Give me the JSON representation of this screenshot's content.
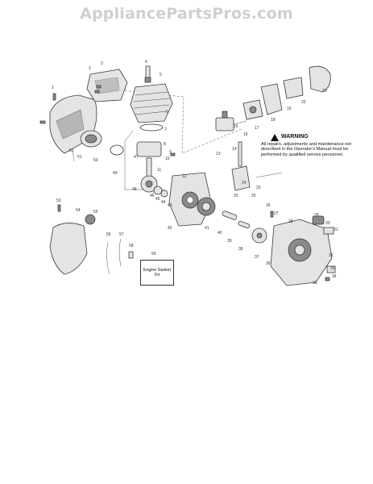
{
  "watermark": "AppliancePartsPros.com",
  "warning": {
    "title": "WARNING",
    "text": "All repairs, adjustments and maintenance not described in the Operator's Manual must be performed by qualified service personnel."
  },
  "gasket_kit": {
    "number": "59",
    "label": "Engine Gasket Kit"
  },
  "callouts": [
    "1",
    "2",
    "3",
    "4",
    "5",
    "6",
    "7",
    "8",
    "9",
    "10",
    "11",
    "12",
    "13",
    "14",
    "15",
    "16",
    "17",
    "18",
    "19",
    "20",
    "21",
    "22",
    "23",
    "24",
    "25",
    "26",
    "27",
    "28",
    "29",
    "30",
    "31",
    "32",
    "33",
    "34",
    "35",
    "36",
    "37",
    "38",
    "39",
    "40",
    "41",
    "42",
    "43",
    "44",
    "45",
    "46",
    "47",
    "48",
    "49",
    "50",
    "51",
    "52",
    "53",
    "54",
    "55",
    "56",
    "57",
    "58"
  ]
}
